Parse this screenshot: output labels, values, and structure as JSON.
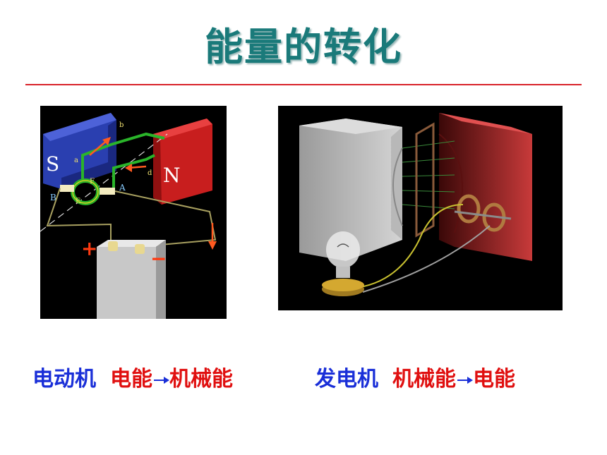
{
  "title": "能量的转化",
  "motor_image": {
    "labels": {
      "s": "S",
      "n": "N",
      "a": "a",
      "b": "b",
      "d": "d",
      "A": "A",
      "B": "B",
      "F": "F",
      "E": "E",
      "plus": "+",
      "minus": "−"
    }
  },
  "captions": {
    "motor": {
      "device": "电动机",
      "from": "电能",
      "to": "机械能"
    },
    "generator": {
      "device": "发电机",
      "from": "机械能",
      "to": "电能"
    }
  },
  "colors": {
    "title": "#1a7a7a",
    "rule": "#d8222a",
    "device": "#1a2fd8",
    "energy": "#e01010"
  }
}
